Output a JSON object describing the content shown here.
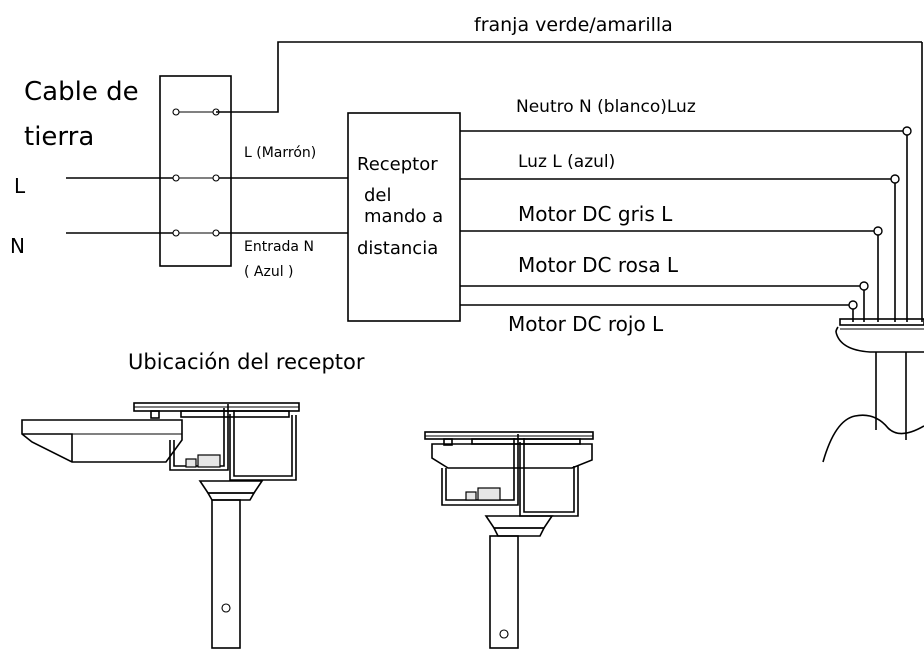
{
  "labels": {
    "ground_stripe": "franja verde/amarilla",
    "ground_cable_line1": "Cable de",
    "ground_cable_line2": "tierra",
    "input_l": "L",
    "input_n": "N",
    "l_brown": "L (Marrón)",
    "n_in_line1": "Entrada N",
    "n_in_line2": "( Azul )",
    "receiver_line1": "Receptor",
    "receiver_line2": "del",
    "receiver_line3": "mando a",
    "receiver_line4": "distancia",
    "out_neutral": "Neutro N (blanco)Luz",
    "out_light": "Luz L (azul)",
    "out_grey": "Motor DC gris L",
    "out_pink": "Motor DC rosa L",
    "out_red": "Motor DC rojo L",
    "receiver_location": "Ubicación del receptor"
  }
}
